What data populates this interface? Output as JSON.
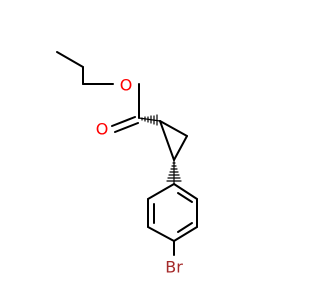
{
  "molecule": {
    "atoms": {
      "ester_oxygen": {
        "symbol": "O",
        "color": "#ff0000"
      },
      "carbonyl_oxygen": {
        "symbol": "O",
        "color": "#ff0000"
      },
      "bromine": {
        "symbol": "Br",
        "color": "#a52a2a"
      }
    },
    "colors": {
      "bond": "#000000",
      "background": "#ffffff"
    },
    "stereo_bonds": [
      "hashed-wedge",
      "hashed-wedge"
    ],
    "ring_types": [
      "cyclopropane",
      "benzene"
    ]
  }
}
